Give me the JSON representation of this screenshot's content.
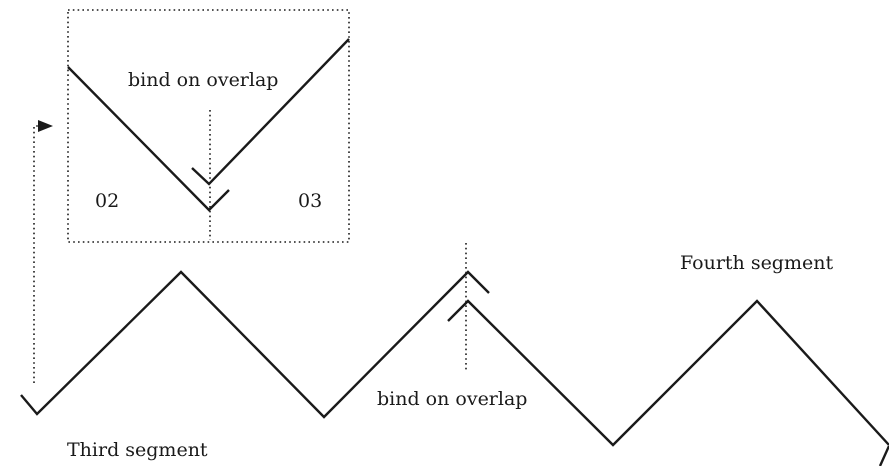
{
  "labels": {
    "inset_bind": "bind on overlap",
    "inset_left_number": "02",
    "inset_right_number": "03",
    "main_bind": "bind on overlap",
    "third_segment": "Third segment",
    "fourth_segment": "Fourth segment"
  }
}
